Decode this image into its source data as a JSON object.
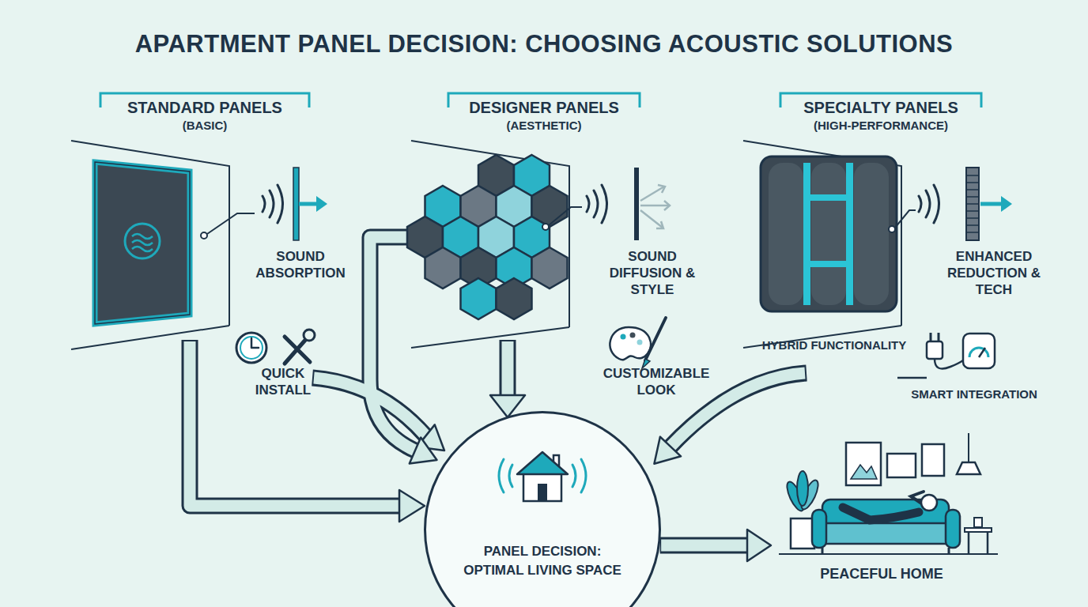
{
  "diagram": {
    "title": "APARTMENT PANEL DECISION: CHOOSING ACOUSTIC SOLUTIONS",
    "nodes": [
      {
        "text": [
          "STANDARD PANELS",
          "(BASIC)"
        ]
      },
      {
        "text": [
          "DESIGNER PANELS",
          "(AESTHETIC)"
        ]
      },
      {
        "text": [
          "SPECIALTY PANELS",
          "(HIGH-PERFORMANCE)"
        ]
      },
      {
        "text": [
          "PANEL DECISION: OPTIMAL LIVING SPACE"
        ]
      },
      {
        "text": [
          "PEACEFUL HOME"
        ]
      }
    ],
    "edges": [
      {
        "from": 3,
        "to": 4,
        "arrow": "to"
      }
    ],
    "labels": [
      "SOUND ABSORPTION",
      "QUICK INSTALL",
      "SOUND DIFFUSION & STYLE",
      "CUSTOMIZABLE LOOK",
      "ENHANCED REDUCTION & TECH",
      "HYBRID FUNCTIONALITY",
      "SMART INTEGRATION"
    ]
  }
}
